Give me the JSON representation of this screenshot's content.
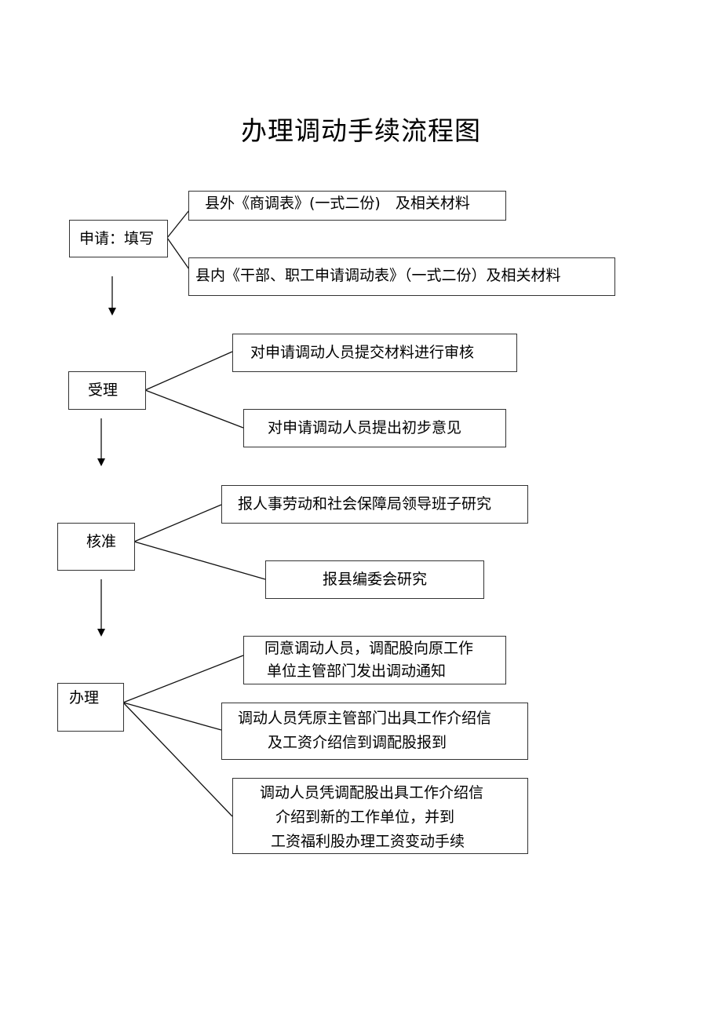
{
  "title": "办理调动手续流程图",
  "stages": [
    {
      "label": "申请：填写",
      "items": [
        {
          "lines": [
            "县外《商调表》(一式二份)　及相关材料"
          ]
        },
        {
          "lines": [
            "县内《干部、职工申请调动表》（一式二份）及相关材料"
          ]
        }
      ]
    },
    {
      "label": "受理",
      "items": [
        {
          "lines": [
            "对申请调动人员提交材料进行审核"
          ]
        },
        {
          "lines": [
            "对申请调动人员提出初步意见"
          ]
        }
      ]
    },
    {
      "label": "核准",
      "items": [
        {
          "lines": [
            "报人事劳动和社会保障局领导班子研究"
          ]
        },
        {
          "lines": [
            "报县编委会研究"
          ]
        }
      ]
    },
    {
      "label": "办理",
      "items": [
        {
          "lines": [
            "同意调动人员，调配股向原工作",
            "单位主管部门发出调动通知"
          ]
        },
        {
          "lines": [
            "调动人员凭原主管部门出具工作介绍信",
            "及工资介绍信到调配股报到"
          ]
        },
        {
          "lines": [
            "调动人员凭调配股出具工作介绍信",
            "介绍到新的工作单位，并到",
            "工资福利股办理工资变动手续"
          ]
        }
      ]
    }
  ]
}
